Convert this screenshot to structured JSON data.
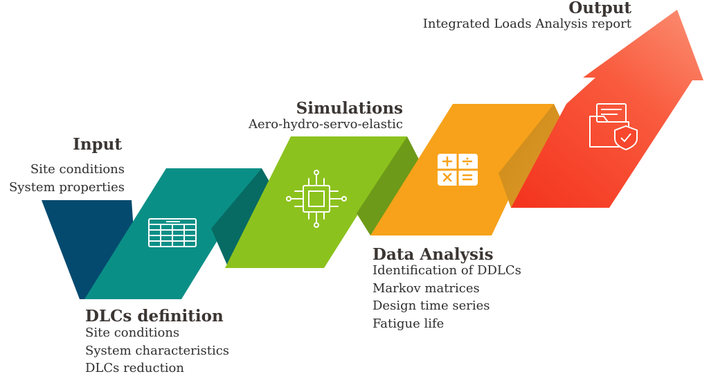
{
  "steps": [
    {
      "key": "input",
      "title": "Input",
      "items": [
        "Site conditions",
        "System properties"
      ],
      "icon": "spreadsheet-icon",
      "color": "#044a6f"
    },
    {
      "key": "dlcs",
      "title": "DLCs definition",
      "items": [
        "Site conditions",
        "System characteristics",
        "DLCs reduction"
      ],
      "icon": "spreadsheet-icon",
      "color": "#0a8f86"
    },
    {
      "key": "simulations",
      "title": "Simulations",
      "items": [
        "Aero-hydro-servo-elastic"
      ],
      "icon": "processor-chip-icon",
      "color": "#8cc21e"
    },
    {
      "key": "analysis",
      "title": "Data Analysis",
      "items": [
        "Identification of DDLCs",
        "Markov matrices",
        "Design time series",
        "Fatigue life"
      ],
      "icon": "calculator-icon",
      "color": "#f7a21a"
    },
    {
      "key": "output",
      "title": "Output",
      "items": [
        "Integrated Loads Analysis report"
      ],
      "icon": "secure-folder-icon",
      "color": "#f7472e"
    }
  ]
}
